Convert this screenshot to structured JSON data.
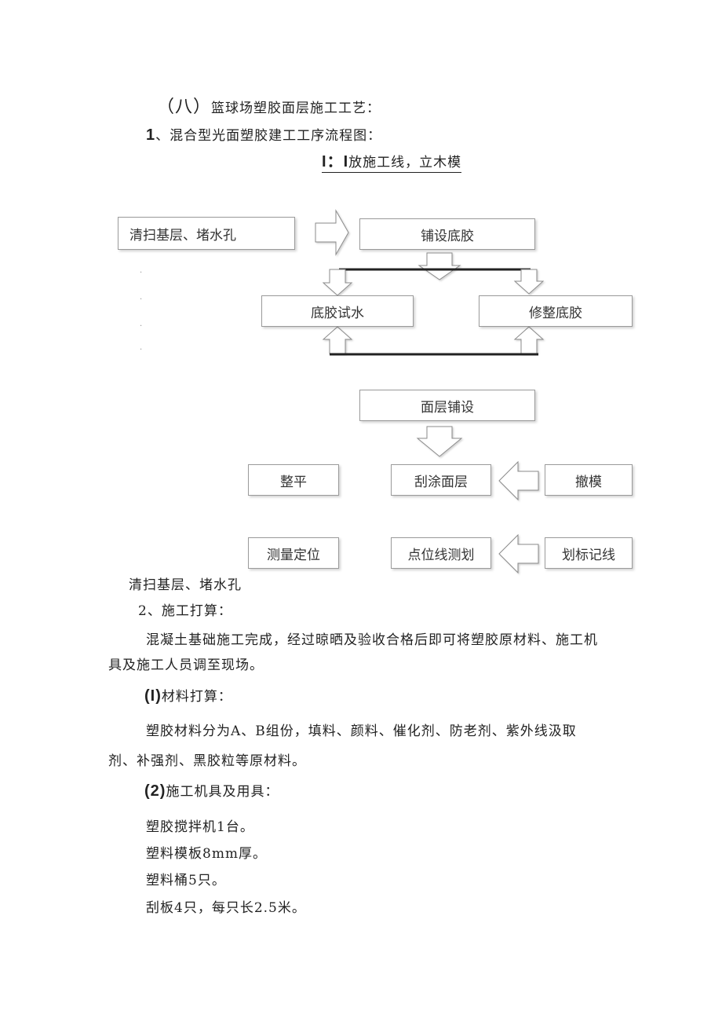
{
  "heading": {
    "section": "（八）",
    "title": "篮球场塑胶面层施工工艺："
  },
  "subheading": {
    "num": "1",
    "text": "、混合型光面塑胶建工工序流程图："
  },
  "first_step": {
    "prefix": "I：",
    "bar": "I",
    "text": "放施工线，立木模"
  },
  "flowchart": {
    "clean": "清扫基层、堵水孔",
    "base_glue": "铺设底胶",
    "base_test": "底胶试水",
    "trim_base": "修整底胶",
    "surface_lay": "面层铺设",
    "level": "整平",
    "scrape": "刮涂面层",
    "remove_mold": "撤模",
    "survey": "测量定位",
    "point_line": "点位线测划",
    "mark_line": "划标记线"
  },
  "caption": "清扫基层、堵水孔",
  "section2": {
    "title": "2、施工打算：",
    "para1_line1": "混凝土基础施工完成，经过晾晒及验收合格后即可将塑胶原材料、施工机",
    "para1_line2": "具及施工人员调至现场。"
  },
  "sub1": {
    "num": "(I)",
    "title": "材料打算：",
    "line1": "塑胶材料分为A、B组份，填料、颜料、催化剂、防老剂、紫外线汲取",
    "line2": "剂、补强剂、黑胶粒等原材料。"
  },
  "sub2": {
    "num": "(2)",
    "title": "施工机具及用具：",
    "items": [
      "塑胶搅拌机1台。",
      "塑料模板8mm厚。",
      "塑料桶5只。",
      "刮板4只，每只长2.5米。"
    ]
  }
}
